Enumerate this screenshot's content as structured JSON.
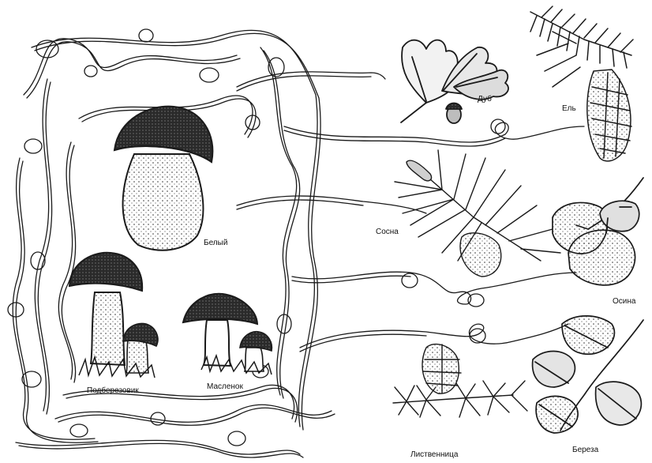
{
  "mushrooms": {
    "porcini": "Белый",
    "birch_bolete": "Подберезовик",
    "butter_mushroom": "Масленок"
  },
  "trees": {
    "oak": "Дуб",
    "spruce": "Ель",
    "pine": "Сосна",
    "aspen": "Осина",
    "larch": "Лиственница",
    "birch": "Береза"
  },
  "colors": {
    "ink": "#1a1a1a",
    "background": "#ffffff"
  }
}
